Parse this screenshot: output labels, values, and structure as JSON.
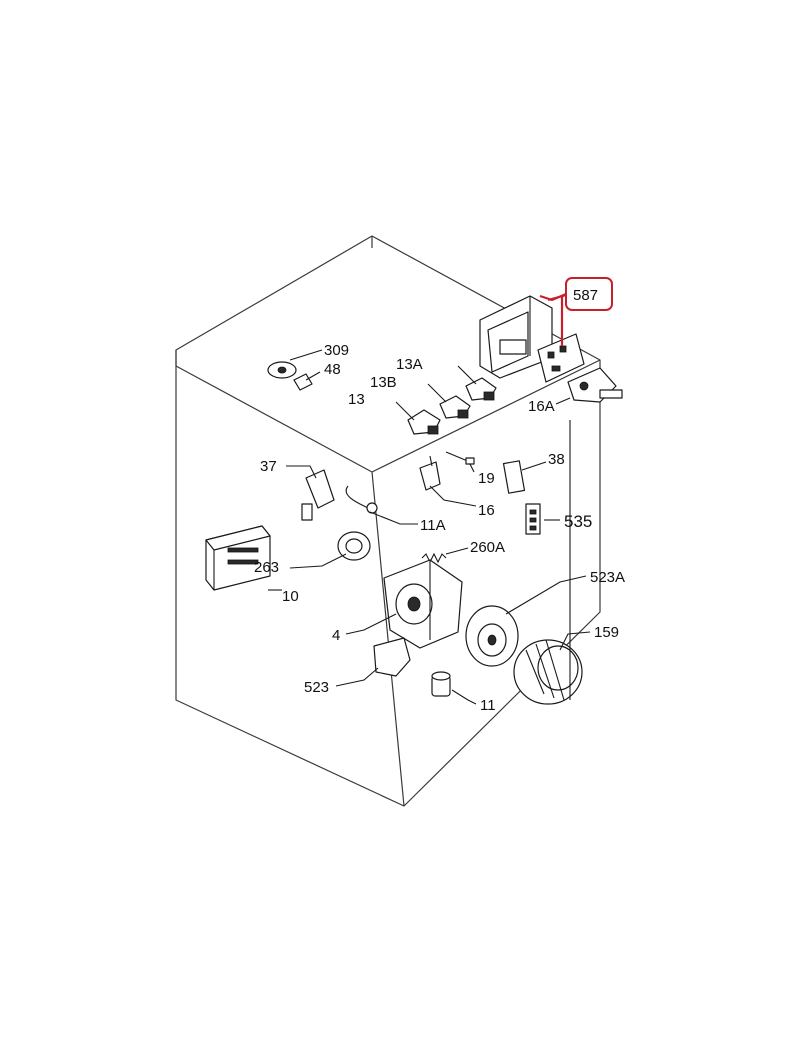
{
  "diagram": {
    "highlight": {
      "label": "587",
      "color": "#c8202a"
    },
    "labels": {
      "p309": "309",
      "p48": "48",
      "p13a": "13A",
      "p13b": "13B",
      "p13": "13",
      "p16a": "16A",
      "p37": "37",
      "p19": "19",
      "p38": "38",
      "p16": "16",
      "p11a": "11A",
      "p535": "535",
      "p263": "263",
      "p260a": "260A",
      "p523a": "523A",
      "p10": "10",
      "p159": "159",
      "p4": "4",
      "p523": "523",
      "p11": "11"
    }
  }
}
